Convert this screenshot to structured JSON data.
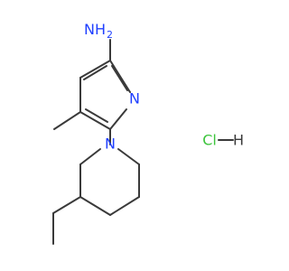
{
  "molecule": {
    "atoms": {
      "amine": "NH",
      "amine_h2": "2",
      "ring_nitrogen": "N",
      "piperidine_nitrogen": "N"
    },
    "salt": {
      "chlorine": "Cl",
      "hydrogen": "H"
    },
    "colors": {
      "bond": "#3a3a3a",
      "nitrogen": "#2040ff",
      "chlorine": "#3cc43c"
    }
  }
}
